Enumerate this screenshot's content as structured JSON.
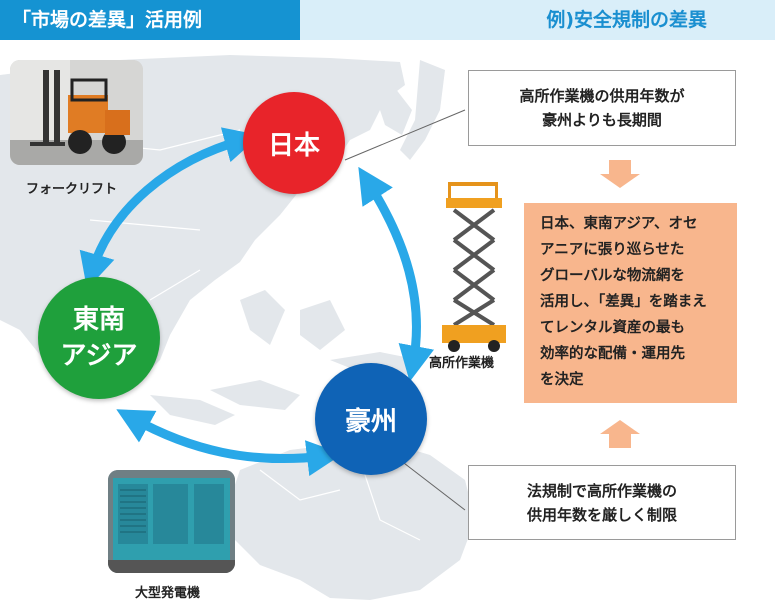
{
  "header": {
    "left_title": "「市場の差異」活用例",
    "right_title": "例)安全規制の差異"
  },
  "nodes": {
    "japan": "日本",
    "southeast_asia_line1": "東南",
    "southeast_asia_line2": "アジア",
    "australia": "豪州"
  },
  "images": {
    "forklift_caption": "フォークリフト",
    "lift_caption": "高所作業機",
    "generator_caption": "大型発電機"
  },
  "callouts": {
    "top_line1": "高所作業機の供用年数が",
    "top_line2": "豪州よりも長期間",
    "bottom_line1": "法規制で高所作業機の",
    "bottom_line2": "供用年数を厳しく制限"
  },
  "summary": {
    "lines": [
      "日本、東南アジア、オセ",
      "アニアに張り巡らせた",
      "グローバルな物流網を",
      "活用し、「差異」を踏まえ",
      "てレンタル資産の最も",
      "効率的な配備・運用先",
      "を決定"
    ]
  },
  "colors": {
    "header_blue": "#1593d2",
    "header_light": "#d9eef9",
    "japan_red": "#e8242a",
    "sea_green": "#1fa03c",
    "aus_blue": "#0f63b6",
    "arrow_blue": "#29a8e8",
    "summary_orange": "#f8b68d"
  }
}
